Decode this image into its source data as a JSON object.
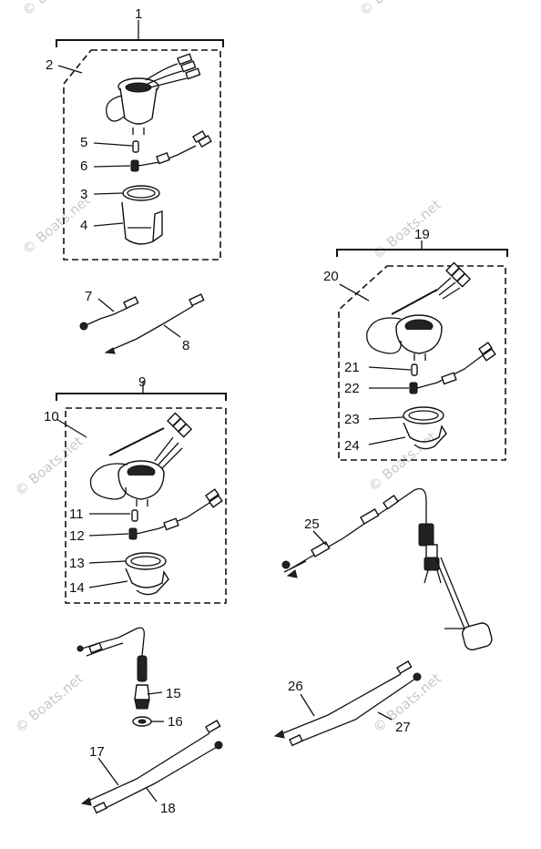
{
  "watermark": {
    "text": "© Boats.net",
    "color": "#c9c9c9"
  },
  "callouts": {
    "c1": "1",
    "c2": "2",
    "c3": "3",
    "c4": "4",
    "c5": "5",
    "c6": "6",
    "c7": "7",
    "c8": "8",
    "c9": "9",
    "c10": "10",
    "c11": "11",
    "c12": "12",
    "c13": "13",
    "c14": "14",
    "c15": "15",
    "c16": "16",
    "c17": "17",
    "c18": "18",
    "c19": "19",
    "c20": "20",
    "c21": "21",
    "c22": "22",
    "c23": "23",
    "c24": "24",
    "c25": "25",
    "c26": "26",
    "c27": "27"
  }
}
